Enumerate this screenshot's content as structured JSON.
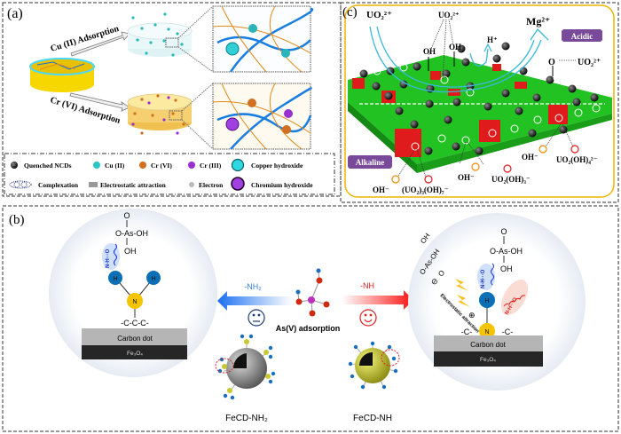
{
  "panel_a": {
    "label": "(a)",
    "cu_arrow": "Cu (II) Adsorption",
    "cr_arrow": "Cr (VI) Adsorption",
    "legend": {
      "quenched": "Quenched NCDs",
      "cu": "Cu (II)",
      "cr6": "Cr (VI)",
      "cr3": "Cr (III)",
      "copper_hydroxide": "Copper hydroxide",
      "complexation": "Complexation",
      "electrostatic": "Electrostatic attraction",
      "electron": "Electron",
      "chromium_hydroxide": "Chromium hydroxide"
    }
  },
  "panel_c": {
    "label": "(c)",
    "uo2_left": "UO₂²⁺",
    "uo2_top": "UO₂²⁺",
    "oh1": "OH",
    "oh2": "OH",
    "h_plus": "H⁺",
    "mg": "Mg²⁺",
    "acidic": "Acidic",
    "o": "O",
    "uo2_right": "UO₂²⁺",
    "alkaline": "Alkaline",
    "oh_minus_1": "OH⁻",
    "species_1": "(UO₂)₃(OH)₇⁻",
    "oh_minus_2": "OH⁻",
    "species_2": "UO₂(OH)₃⁻",
    "oh_minus_3": "OH⁻",
    "species_3": "UO₂(OH)₄²⁻",
    "plus": "+",
    "minus": "-"
  },
  "panel_b": {
    "label": "(b)",
    "left": {
      "o_top": "O",
      "as_row": "O-As-OH",
      "oh": "OH",
      "hbond": "N-H···O",
      "h": "H",
      "n": "N",
      "chain": "-C-C-C-",
      "carbon_dot": "Carbon dot",
      "fe3o4": "Fe₃O₄"
    },
    "middle": {
      "nh2": "-NH₂",
      "nh": "-NH",
      "adsorption": "As(V) adsorption",
      "fecd_nh2": "FeCD-NH₂",
      "fecd_nh": "FeCD-NH"
    },
    "right": {
      "o_top": "O",
      "as_row": "O-As-OH",
      "oh": "OH",
      "tilted_oh": "OH",
      "tilted_as": "O-As-OH",
      "tilted_o": "O",
      "minus": "⊖",
      "plus": "⊕",
      "electrostatic": "Electrostatic attraction",
      "hbond_blue": "N-H···O",
      "hbond_red": "N-H···O",
      "h": "H",
      "n": "N",
      "c_left": "-C-",
      "c_right": "-C-",
      "carbon_dot": "Carbon dot",
      "fe3o4": "Fe₃O₄"
    }
  },
  "colors": {
    "green": "#22c222",
    "red": "#e01b1b",
    "cyan": "#2fc8d0",
    "purple": "#7a4a9a",
    "blue_h": "#0b6fb5",
    "n_yellow": "#f5c400"
  }
}
